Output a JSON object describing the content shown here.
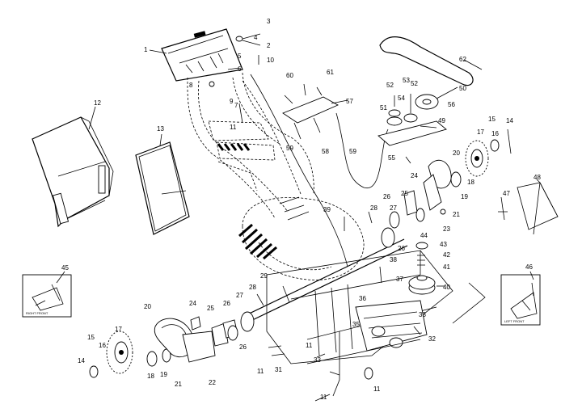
{
  "callouts": [
    "1",
    "2",
    "3",
    "4",
    "5",
    "6",
    "7",
    "8",
    "9",
    "10",
    "11",
    "12",
    "13",
    "14",
    "15",
    "16",
    "17",
    "18",
    "19",
    "20",
    "21",
    "22",
    "23",
    "24",
    "25",
    "26",
    "27",
    "28",
    "29",
    "31",
    "32",
    "33",
    "35",
    "36",
    "37",
    "38",
    "39",
    "40",
    "41",
    "42",
    "43",
    "44",
    "45",
    "46",
    "47",
    "48",
    "49",
    "50",
    "51",
    "52",
    "53",
    "54",
    "55",
    "56",
    "57",
    "58",
    "59",
    "60",
    "61",
    "62"
  ],
  "insets": {
    "right_front_caption": "RIGHT FRONT",
    "left_front_caption": "LEFT FRONT"
  }
}
